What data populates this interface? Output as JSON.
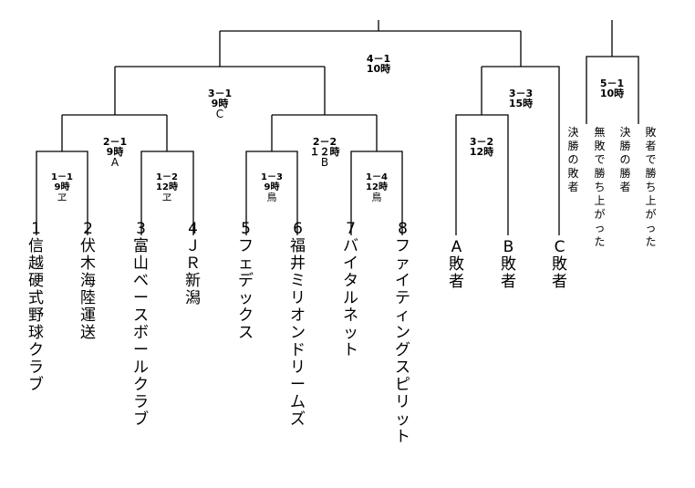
{
  "teams": [
    {
      "num": "1",
      "name": "信越硬式野球クラブ"
    },
    {
      "num": "2",
      "name": "伏木海陸運送"
    },
    {
      "num": "3",
      "name": "富山ベースボールクラブ"
    },
    {
      "num": "4",
      "name": "ＪＲ新潟"
    },
    {
      "num": "5",
      "name": "フェデックス"
    },
    {
      "num": "6",
      "name": "福井ミリオンドリームズ"
    },
    {
      "num": "7",
      "name": "バイタルネット"
    },
    {
      "num": "8",
      "name": "ファイティングスピリット"
    }
  ],
  "losers": [
    {
      "letter": "A",
      "label": "敗者"
    },
    {
      "letter": "B",
      "label": "敗者"
    },
    {
      "letter": "C",
      "label": "敗者"
    }
  ],
  "matches": {
    "m1_1": {
      "id": "1－1",
      "time": "9時",
      "loc": "ヱ"
    },
    "m1_2": {
      "id": "1－2",
      "time": "12時",
      "loc": "ヱ"
    },
    "m1_3": {
      "id": "1－3",
      "time": "9時",
      "loc": "鳥"
    },
    "m1_4": {
      "id": "1－4",
      "time": "12時",
      "loc": "鳥"
    },
    "m2_1": {
      "id": "2－1",
      "time": "9時",
      "loc": "A"
    },
    "m2_2": {
      "id": "2－2",
      "time": "１２時",
      "loc": "B"
    },
    "m3_1": {
      "id": "3－1",
      "time": "9時",
      "loc": "C"
    },
    "m3_2": {
      "id": "3－2",
      "time": "12時"
    },
    "m3_3": {
      "id": "3－3",
      "time": "15時"
    },
    "m4_1": {
      "id": "4－1",
      "time": "10時"
    },
    "m5_1": {
      "id": "5－1",
      "time": "10時"
    }
  },
  "notes": {
    "final_loser": "決勝の敗者",
    "unbeaten": "無敗で勝ち上がった",
    "final_winner": "決勝の勝者",
    "loser_bracket": "敗者で勝ち上がった"
  }
}
